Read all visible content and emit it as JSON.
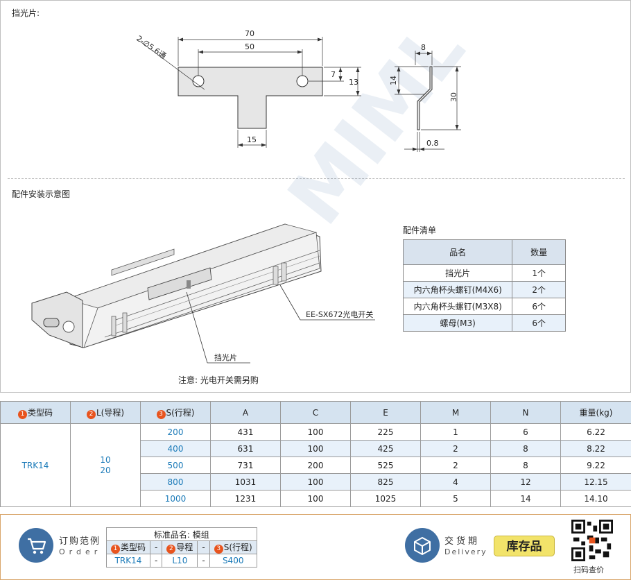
{
  "top_section": {
    "shutter_label": "挡光片:",
    "install_label": "配件安装示意图",
    "note": "注意: 光电开关需另购",
    "callout_sensor": "EE-SX672光电开关",
    "callout_shutter": "挡光片"
  },
  "dimensions": {
    "hole_note": "2-∅5.6通",
    "d70": "70",
    "d50": "50",
    "d7": "7",
    "d13": "13",
    "d15": "15",
    "d8": "8",
    "d14": "14",
    "d30": "30",
    "d08": "0.8"
  },
  "parts_list": {
    "title": "配件清单",
    "headers": [
      "品名",
      "数量"
    ],
    "rows": [
      {
        "name": "挡光片",
        "qty": "1个"
      },
      {
        "name": "内六角杯头螺钉(M4X6)",
        "qty": "2个"
      },
      {
        "name": "内六角杯头螺钉(M3X8)",
        "qty": "6个"
      },
      {
        "name": "螺母(M3)",
        "qty": "6个"
      }
    ]
  },
  "spec_table": {
    "headers": [
      "类型码",
      "L(导程)",
      "S(行程)",
      "A",
      "C",
      "E",
      "M",
      "N",
      "重量(kg)"
    ],
    "header_nums": [
      "1",
      "2",
      "3"
    ],
    "type_code": "TRK14",
    "lead": "10\n20",
    "rows": [
      {
        "s": "200",
        "a": "431",
        "c": "100",
        "e": "225",
        "m": "1",
        "n": "6",
        "w": "6.22"
      },
      {
        "s": "400",
        "a": "631",
        "c": "100",
        "e": "425",
        "m": "2",
        "n": "8",
        "w": "8.22"
      },
      {
        "s": "500",
        "a": "731",
        "c": "200",
        "e": "525",
        "m": "2",
        "n": "8",
        "w": "9.22"
      },
      {
        "s": "800",
        "a": "1031",
        "c": "100",
        "e": "825",
        "m": "4",
        "n": "12",
        "w": "12.15"
      },
      {
        "s": "1000",
        "a": "1231",
        "c": "100",
        "e": "1025",
        "m": "5",
        "n": "14",
        "w": "14.10"
      }
    ]
  },
  "order": {
    "title": "订购范例",
    "subtitle": "Order",
    "std_name": "标准品名: 模组",
    "h1": "类型码",
    "h2": "导程",
    "h3": "S(行程)",
    "dash": "-",
    "v1": "TRK14",
    "v2": "L10",
    "v3": "S400"
  },
  "delivery": {
    "title": "交货期",
    "subtitle": "Delivery",
    "stock": "库存品",
    "qr_label": "扫码查价"
  },
  "colors": {
    "accent_blue": "#1a7ab8",
    "header_blue": "#d5e3f0",
    "badge_orange": "#e8541e",
    "stock_yellow": "#f2e36a"
  }
}
